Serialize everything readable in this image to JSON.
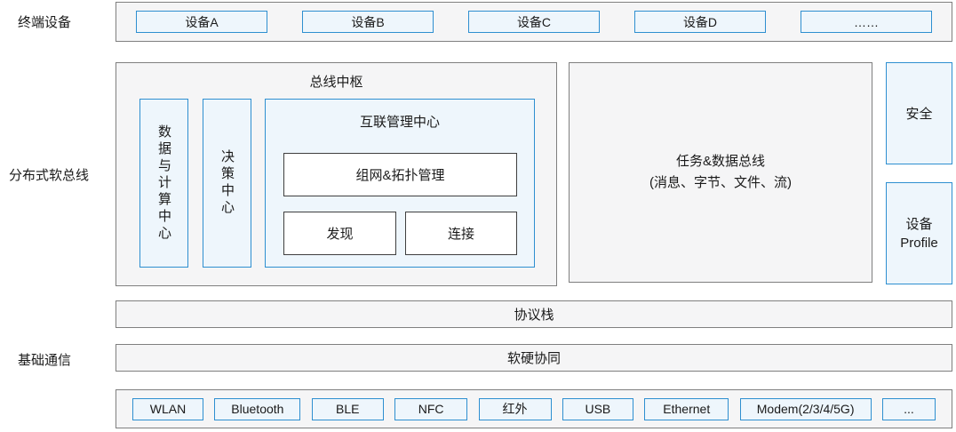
{
  "colors": {
    "blue_border": "#2e8fd0",
    "blue_fill": "#eef6fc",
    "gray_border": "#7f7f7f",
    "gray_fill": "#f5f5f6",
    "inner_box_border": "#3f3f3f",
    "text": "#1a1a1a"
  },
  "row_labels": {
    "terminal_devices": "终端设备",
    "distributed_softbus": "分布式软总线",
    "basic_communication": "基础通信"
  },
  "device_row": {
    "items": [
      "设备A",
      "设备B",
      "设备C",
      "设备D",
      "……"
    ]
  },
  "bus_hub": {
    "title": "总线中枢",
    "data_compute_center": "数据与计算中心",
    "decision_center": "决策中心",
    "interconnect": {
      "title": "互联管理中心",
      "networking_topology": "组网&拓扑管理",
      "discovery": "发现",
      "connection": "连接"
    }
  },
  "task_data_bus": {
    "line1": "任务&数据总线",
    "line2": "(消息、字节、文件、流)"
  },
  "security": {
    "label": "安全"
  },
  "device_profile": {
    "line1": "设备",
    "line2": "Profile"
  },
  "protocol_stack": {
    "label": "协议栈"
  },
  "hw_sw_collaboration": {
    "label": "软硬协同"
  },
  "protocol_row": {
    "items": [
      "WLAN",
      "Bluetooth",
      "BLE",
      "NFC",
      "红外",
      "USB",
      "Ethernet",
      "Modem(2/3/4/5G)",
      "..."
    ]
  }
}
